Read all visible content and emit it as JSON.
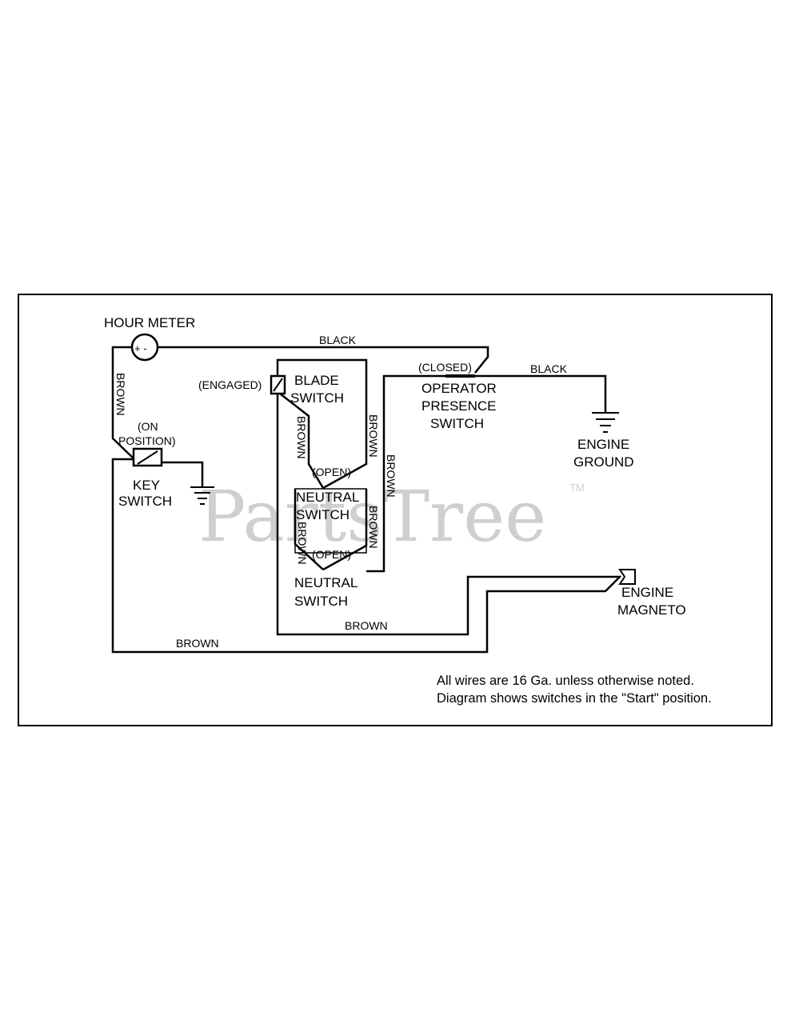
{
  "labels": {
    "hour_meter": "HOUR METER",
    "black_top": "BLACK",
    "black_right": "BLACK",
    "brown_left": "BROWN",
    "on_position_1": "(ON",
    "on_position_2": "POSITION)",
    "key_switch_1": "KEY",
    "key_switch_2": "SWITCH",
    "engaged": "(ENGAGED)",
    "blade_switch_1": "BLADE",
    "blade_switch_2": "SWITCH",
    "brown_blade_inner": "BROWN",
    "brown_blade_outer": "BROWN",
    "brown_op_wire": "BROWN",
    "open_1": "(OPEN)",
    "neutral_switch_a_1": "NEUTRAL",
    "neutral_switch_a_2": "SWITCH",
    "brown_neutral_inner": "BROWN",
    "brown_neutral_outer": "BROWN",
    "open_2": "(OPEN)",
    "neutral_switch_b_1": "NEUTRAL",
    "neutral_switch_b_2": "SWITCH",
    "closed": "(CLOSED)",
    "operator_1": "OPERATOR",
    "operator_2": "PRESENCE",
    "operator_3": "SWITCH",
    "engine_ground_1": "ENGINE",
    "engine_ground_2": "GROUND",
    "engine_magneto_1": "ENGINE",
    "engine_magneto_2": "MAGNETO",
    "brown_mid": "BROWN",
    "brown_bottom": "BROWN",
    "meter_symbol": "+ -"
  },
  "notes": {
    "line1": "All wires are 16 Ga. unless otherwise noted.",
    "line2": "Diagram shows switches in the \"Start\" position."
  },
  "watermark": {
    "text": "PartsTree",
    "tm": "TM"
  },
  "colors": {
    "ink": "#000000",
    "watermark": "#cfcfcf"
  }
}
